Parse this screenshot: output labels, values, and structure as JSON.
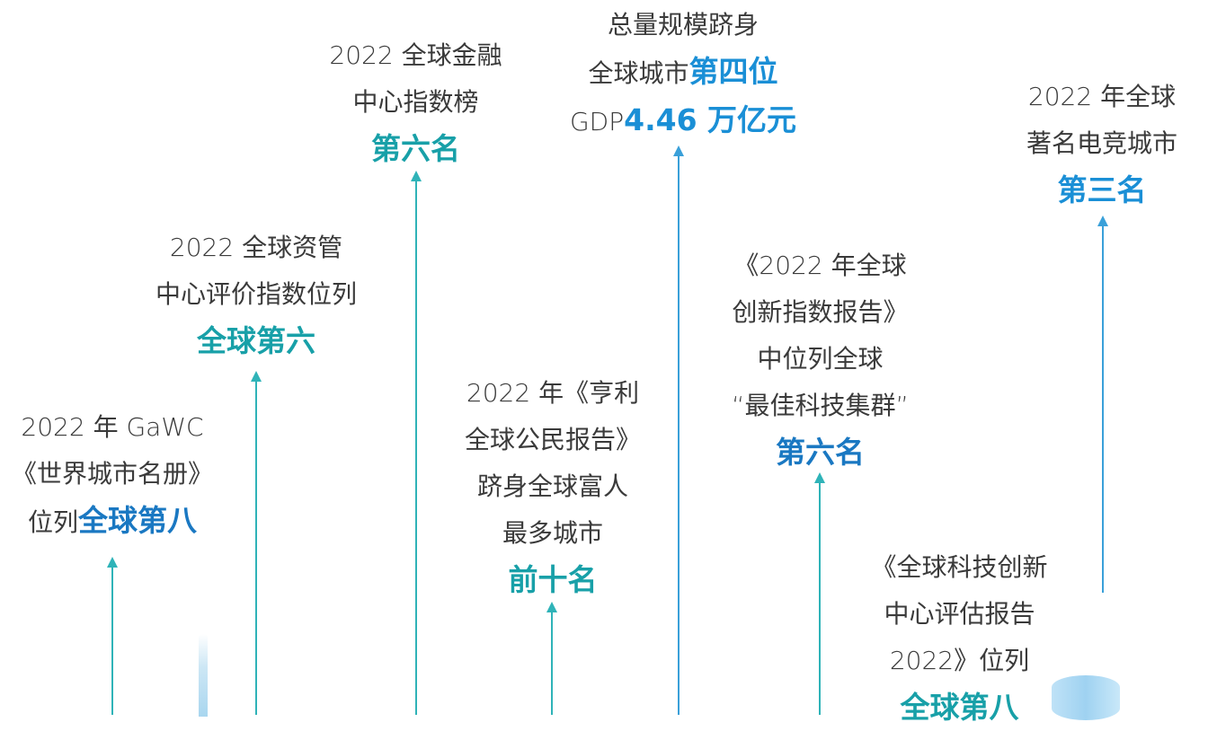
{
  "items": [
    {
      "lines": [
        "2022 年 GaWC",
        "《世界城市名册》"
      ],
      "prefix": "位列",
      "highlight": "全球第八",
      "color": "#1a78c2"
    },
    {
      "lines": [
        "2022 全球资管",
        "中心评价指数位列"
      ],
      "prefix": "",
      "highlight": "全球第六",
      "color": "#18a0a8"
    },
    {
      "lines": [
        "2022 全球金融",
        "中心指数榜"
      ],
      "prefix": "",
      "highlight": "第六名",
      "color": "#18a0a8"
    },
    {
      "lines": [
        "2022 年《亨利",
        "全球公民报告》",
        "跻身全球富人",
        "最多城市"
      ],
      "prefix": "",
      "highlight": "前十名",
      "color": "#18a0a8"
    },
    {
      "lines": [
        "总量规模跻身"
      ],
      "line2_prefix": "全球城市",
      "line2_highlight": "第四位",
      "line3_prefix": "GDP",
      "line3_highlight": "4.46 万亿元",
      "color": "#1a8fd6"
    },
    {
      "lines": [
        "《2022 年全球",
        "创新指数报告》",
        "中位列全球",
        "“最佳科技集群”"
      ],
      "prefix": "",
      "highlight": "第六名",
      "color": "#1a78c2"
    },
    {
      "lines": [
        "《全球科技创新",
        "中心评估报告",
        "2022》位列"
      ],
      "prefix": "",
      "highlight": "全球第八",
      "color": "#18a0a8"
    },
    {
      "lines": [
        "2022 年全球",
        "著名电竞城市"
      ],
      "prefix": "",
      "highlight": "第三名",
      "color": "#1a8fd6"
    }
  ]
}
